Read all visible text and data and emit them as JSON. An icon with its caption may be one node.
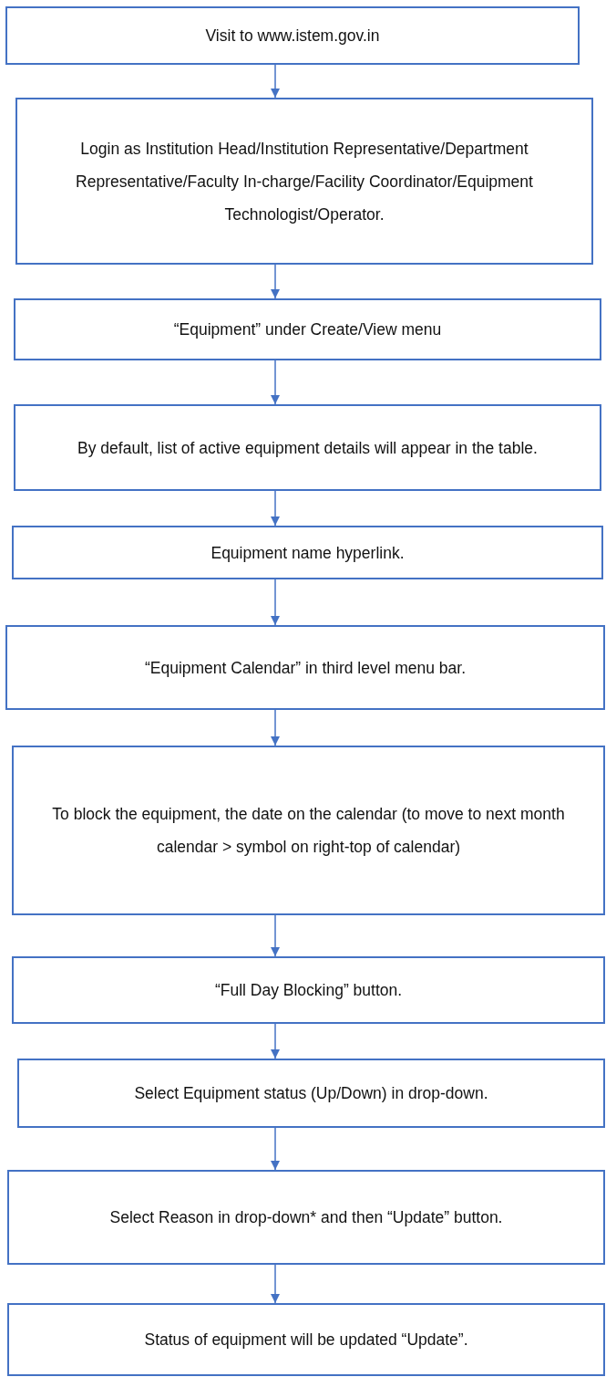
{
  "diagram": {
    "nodes": [
      {
        "text": [
          "Visit to www.istem.gov.in"
        ]
      },
      {
        "text": [
          "Login as Institution Head/Institution Representative/Department Representative/Faculty In-charge/Facility Coordinator/Equipment Technologist/Operator."
        ]
      },
      {
        "text": [
          "“Equipment” under Create/View menu"
        ]
      },
      {
        "text": [
          "By default, list of active equipment details will appear in the table."
        ]
      },
      {
        "text": [
          "Equipment name hyperlink."
        ]
      },
      {
        "text": [
          "“Equipment Calendar” in third level menu bar."
        ]
      },
      {
        "text": [
          "To block the equipment, the date on the calendar (to move to next month calendar > symbol on right-top of calendar)"
        ]
      },
      {
        "text": [
          "“Full Day Blocking” button."
        ]
      },
      {
        "text": [
          "Select Equipment status (Up/Down) in drop-down."
        ]
      },
      {
        "text": [
          "Select Reason in drop-down* and then “Update” button."
        ]
      },
      {
        "text": [
          "Status of equipment will be updated “Update”."
        ]
      }
    ],
    "edges": [
      {
        "from": 0,
        "to": 1,
        "arrow": "to"
      },
      {
        "from": 1,
        "to": 2,
        "arrow": "to"
      },
      {
        "from": 2,
        "to": 3,
        "arrow": "to"
      },
      {
        "from": 3,
        "to": 4,
        "arrow": "to"
      },
      {
        "from": 4,
        "to": 5,
        "arrow": "to"
      },
      {
        "from": 5,
        "to": 6,
        "arrow": "to"
      },
      {
        "from": 6,
        "to": 7,
        "arrow": "to"
      },
      {
        "from": 7,
        "to": 8,
        "arrow": "to"
      },
      {
        "from": 8,
        "to": 9,
        "arrow": "to"
      },
      {
        "from": 9,
        "to": 10,
        "arrow": "to"
      }
    ]
  }
}
